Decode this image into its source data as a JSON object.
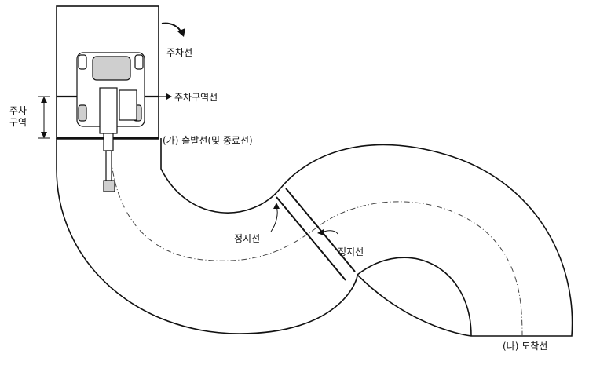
{
  "labels": {
    "parking_line": "주차선",
    "parking_zone_line": "주차구역선",
    "start_line": "(가) 출발선(및 종료선)",
    "stop_line_left": "정지선",
    "stop_line_right": "정지선",
    "finish_line": "(나) 도착선",
    "parking_zone_top": "주차",
    "parking_zone_bottom": "구역"
  },
  "colors": {
    "stroke": "#111111",
    "vehicle_fill": "#cfcfcf",
    "background": "#ffffff"
  }
}
